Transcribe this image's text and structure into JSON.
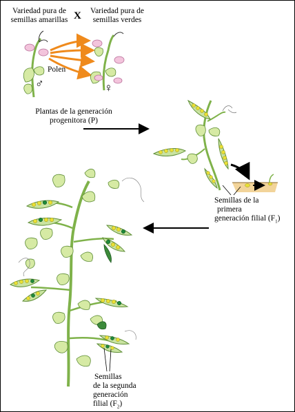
{
  "parent_left_label_1": "Variedad pura de",
  "parent_left_label_2": "semillas amarillas",
  "cross_symbol": "X",
  "parent_right_label_1": "Variedad pura de",
  "parent_right_label_2": "semillas verdes",
  "pollen_label": "Polen",
  "male_symbol": "♂",
  "female_symbol": "♀",
  "parental_label_1": "Plantas de la generación",
  "parental_label_2": "progenitora (P)",
  "f1_label_1": "Semillas de la",
  "f1_label_2": "primera",
  "f1_label_3": "generación filial (F",
  "f1_sub": "1",
  "f1_close": ")",
  "f2_label_1": "Semillas",
  "f2_label_2": "de la segunda",
  "f2_label_3": "generación",
  "f2_label_4": "filial (F",
  "f2_sub": "2",
  "f2_close": ")",
  "colors": {
    "seed_yellow": "#e8e035",
    "seed_green": "#1f8a3a",
    "pod": "#c9e3a0",
    "leaf": "#d6eaa4",
    "stem": "#7fb24a",
    "arrow_orange": "#ef8a1c",
    "flower_pink": "#f3c4dc",
    "soil": "#f2d49a"
  }
}
